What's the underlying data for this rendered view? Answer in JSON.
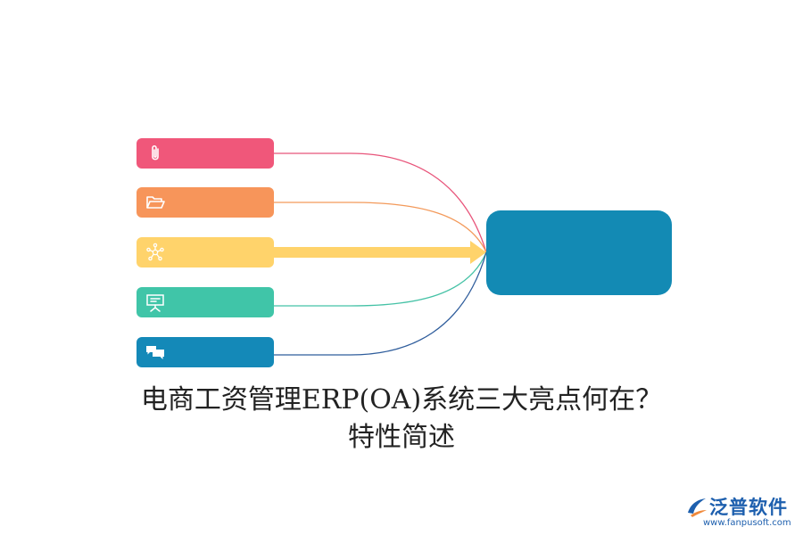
{
  "diagram": {
    "nodes": [
      {
        "icon": "paperclip-icon",
        "color": "#f0577a"
      },
      {
        "icon": "folder-icon",
        "color": "#f7955a"
      },
      {
        "icon": "network-icon",
        "color": "#ffd36b"
      },
      {
        "icon": "presentation-board-icon",
        "color": "#40c5a8"
      },
      {
        "icon": "chat-bubbles-icon",
        "color": "#1489b8"
      }
    ],
    "center": {
      "color": "#138ab4"
    },
    "connectors": [
      {
        "color": "#e8547a"
      },
      {
        "color": "#f39a5b"
      },
      {
        "color": "#ffd36b",
        "style": "arrow"
      },
      {
        "color": "#45c2a6"
      },
      {
        "color": "#2f5d9c"
      }
    ]
  },
  "caption": {
    "line1": "电商工资管理ERP(OA)系统三大亮点何在？",
    "line2": "特性简述"
  },
  "logo": {
    "name": "泛普软件",
    "url": "www.fanpusoft.com",
    "brand_color": "#1d5fae",
    "accent_color": "#f08a3c"
  }
}
